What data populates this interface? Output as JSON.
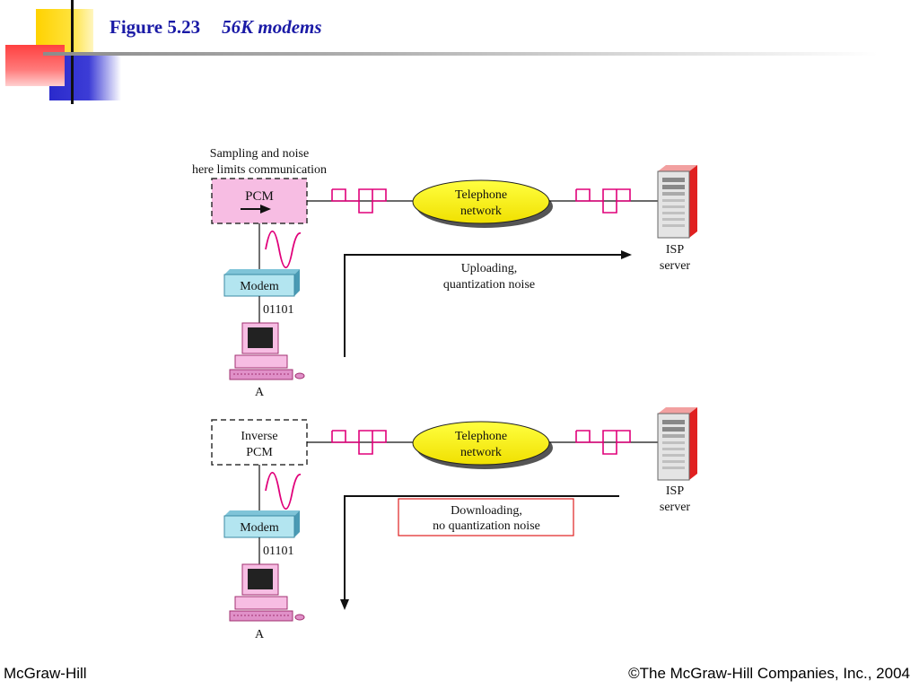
{
  "slide": {
    "title_figure": "Figure 5.23",
    "title_name": "56K modems",
    "footer_left": "McGraw-Hill",
    "footer_right": "©The McGraw-Hill Companies, Inc., 2004"
  },
  "upload": {
    "note_line1": "Sampling and noise",
    "note_line2": "here limits communication",
    "pcm_label": "PCM",
    "network_line1": "Telephone",
    "network_line2": "network",
    "isp_line1": "ISP",
    "isp_line2": "server",
    "direction_line1": "Uploading,",
    "direction_line2": "quantization noise",
    "modem_label": "Modem",
    "bits": "01101",
    "computer_label": "A"
  },
  "download": {
    "pcm_line1": "Inverse",
    "pcm_line2": "PCM",
    "network_line1": "Telephone",
    "network_line2": "network",
    "isp_line1": "ISP",
    "isp_line2": "server",
    "direction_line1": "Downloading,",
    "direction_line2": "no quantization noise",
    "modem_label": "Modem",
    "bits": "01101",
    "computer_label": "A"
  },
  "colors": {
    "title": "#1a1aa6",
    "pcm_fill": "#f7bde3",
    "network_fill": "#ffff00",
    "modem_fill": "#b3e5f0",
    "signal": "#e0007a",
    "server": "#d9d9d9",
    "server_accent": "#e02020",
    "note_border": "#e02020"
  }
}
